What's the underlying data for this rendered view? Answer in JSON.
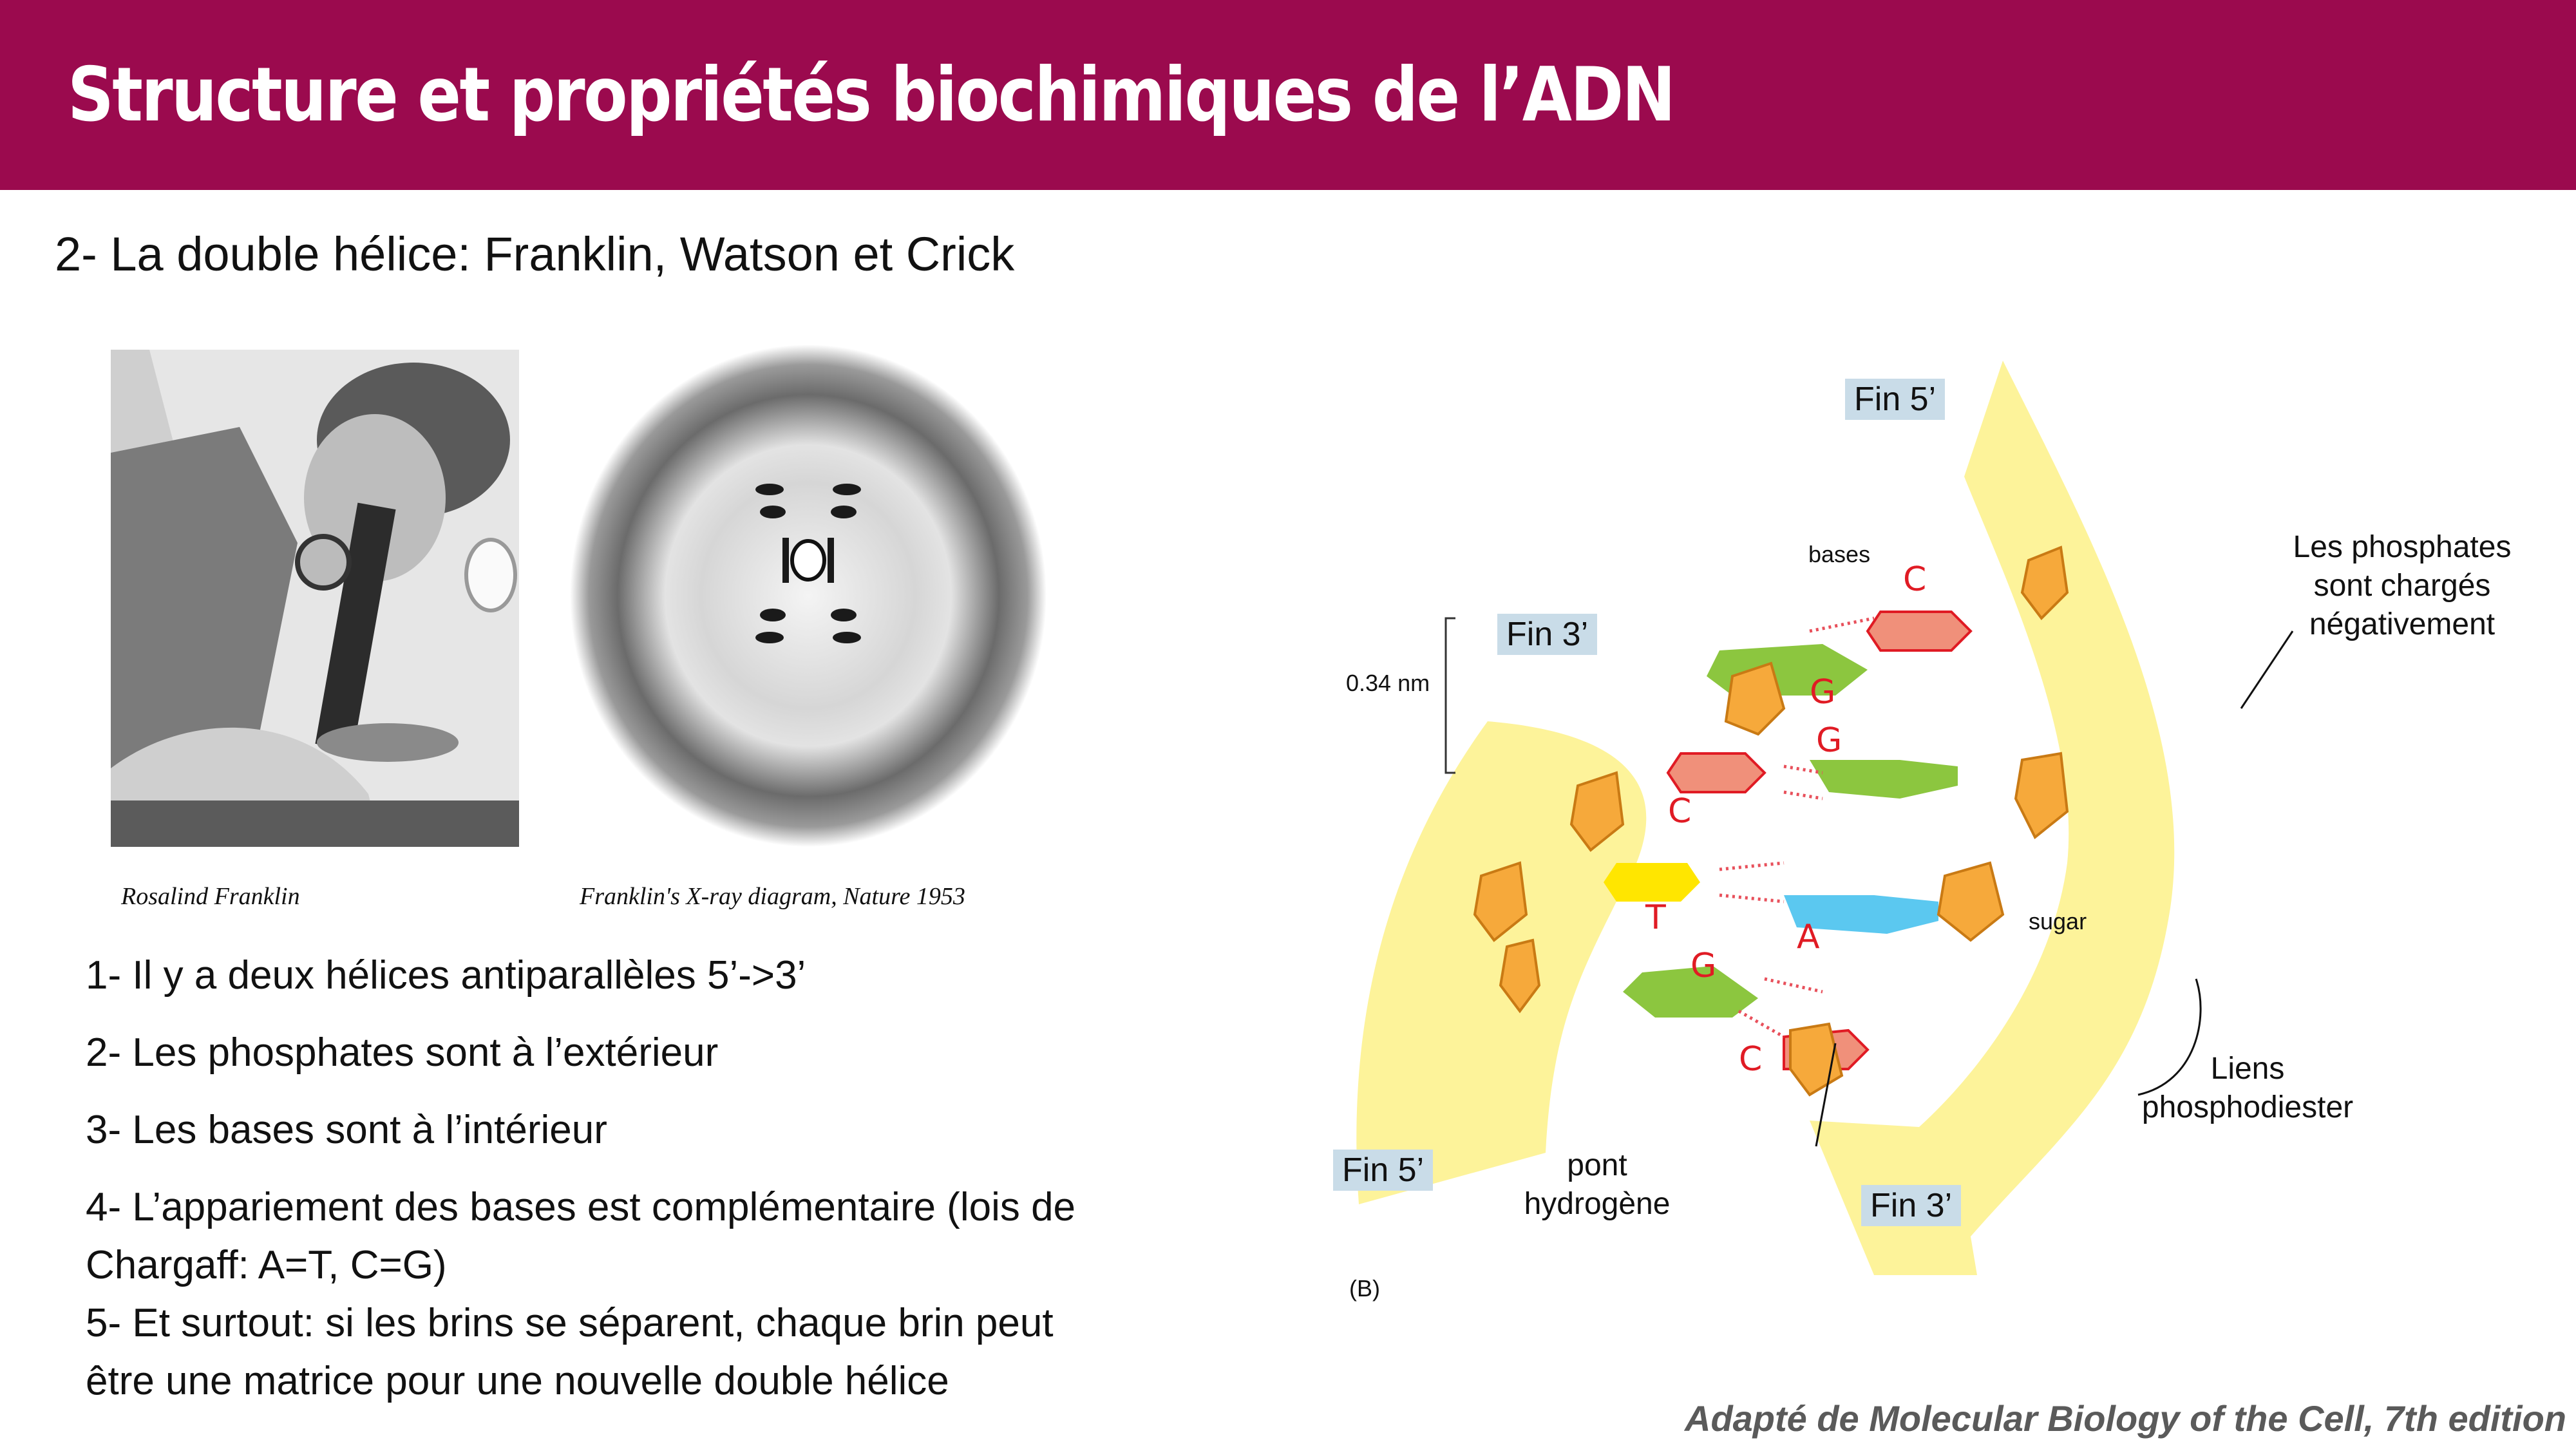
{
  "header": {
    "title": "Structure et propriétés biochimiques de l’ADN",
    "background_color": "#9b0a4e"
  },
  "subtitle": "2- La double hélice: Franklin, Watson et Crick",
  "images": {
    "photo_caption": "Rosalind Franklin",
    "xray_caption": "Franklin's X-ray diagram, Nature 1953"
  },
  "bullets": [
    "1- Il y a deux hélices antiparallèles 5’->3’",
    "2- Les phosphates sont à l’extérieur",
    "3- Les bases sont à l’intérieur",
    "4- L’appariement des bases est complémentaire (lois de",
    "Chargaff: A=T, C=G)",
    "5- Et surtout: si les brins se séparent, chaque brin peut",
    "être une matrice pour une nouvelle double hélice"
  ],
  "diagram": {
    "fin5_top": "Fin 5’",
    "fin3_left": "Fin 3’",
    "fin5_bottom": "Fin 5’",
    "fin3_bottom": "Fin 3’",
    "bases_label": "bases",
    "distance_label": "0.34 nm",
    "sugar_label": "sugar",
    "panel_label": "(B)",
    "phosphates_note_line1": "Les phosphates",
    "phosphates_note_line2": "sont chargés",
    "phosphates_note_line3": "négativement",
    "liens_line1": "Liens",
    "liens_line2": "phosphodiester",
    "pont_line1": "pont",
    "pont_line2": "hydrogène",
    "base_letters": {
      "c1": "C",
      "g1": "G",
      "g2": "G",
      "c2": "C",
      "t": "T",
      "a": "A",
      "g3": "G",
      "c3": "C"
    },
    "colors": {
      "backbone": "#fdf39a",
      "sugar": "#f6a93b",
      "guanine": "#8cc63f",
      "cytosine": "#f0907a",
      "thymine": "#ffe600",
      "adenine": "#5bc8f0",
      "hbond": "#e8505b",
      "label_box": "#c9dce8"
    }
  },
  "footer": "Adapté de Molecular Biology of the Cell, 7th edition"
}
